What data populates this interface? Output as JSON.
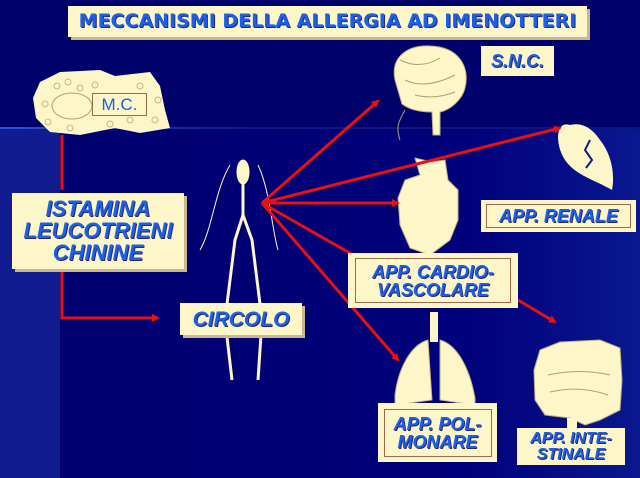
{
  "title": "MECCANISMI DELLA ALLERGIA AD IMENOTTERI",
  "labels": {
    "snc": "S.N.C.",
    "mc": "M.C.",
    "mediators": [
      "ISTAMINA",
      "LEUCOTRIENI",
      "CHININE"
    ],
    "circolo": "CIRCOLO",
    "renale": "APP. RENALE",
    "cardio": [
      "APP. CARDIO-",
      "VASCOLARE"
    ],
    "polmonare": [
      "APP. POL-",
      "MONARE"
    ],
    "intestinale": [
      "APP. INTE-",
      "STINALE"
    ]
  },
  "colors": {
    "background": "#00006a",
    "box": "#fdf6c8",
    "text": "#1a60e8",
    "arrow": "#e81010"
  }
}
